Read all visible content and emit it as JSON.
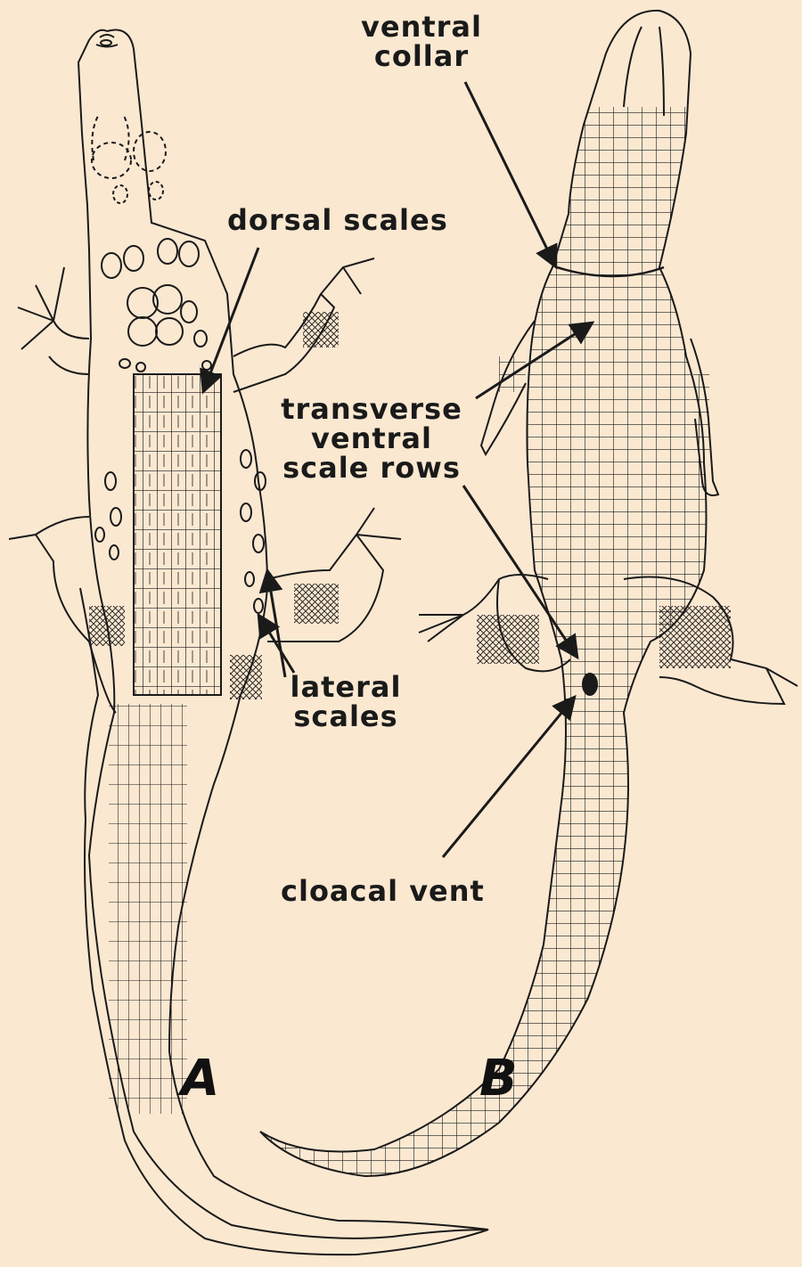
{
  "labels": {
    "ventral_collar": [
      "ventral",
      "collar"
    ],
    "dorsal_scales": "dorsal scales",
    "transverse_ventral_scale_rows": [
      "transverse",
      "ventral",
      "scale rows"
    ],
    "lateral_scales": [
      "lateral",
      "scales"
    ],
    "cloacal_vent": "cloacal vent"
  },
  "figure_letters": {
    "a": "A",
    "b": "B"
  },
  "colors": {
    "paper": "#fbe8d1",
    "ink": "#1a1a1a"
  }
}
